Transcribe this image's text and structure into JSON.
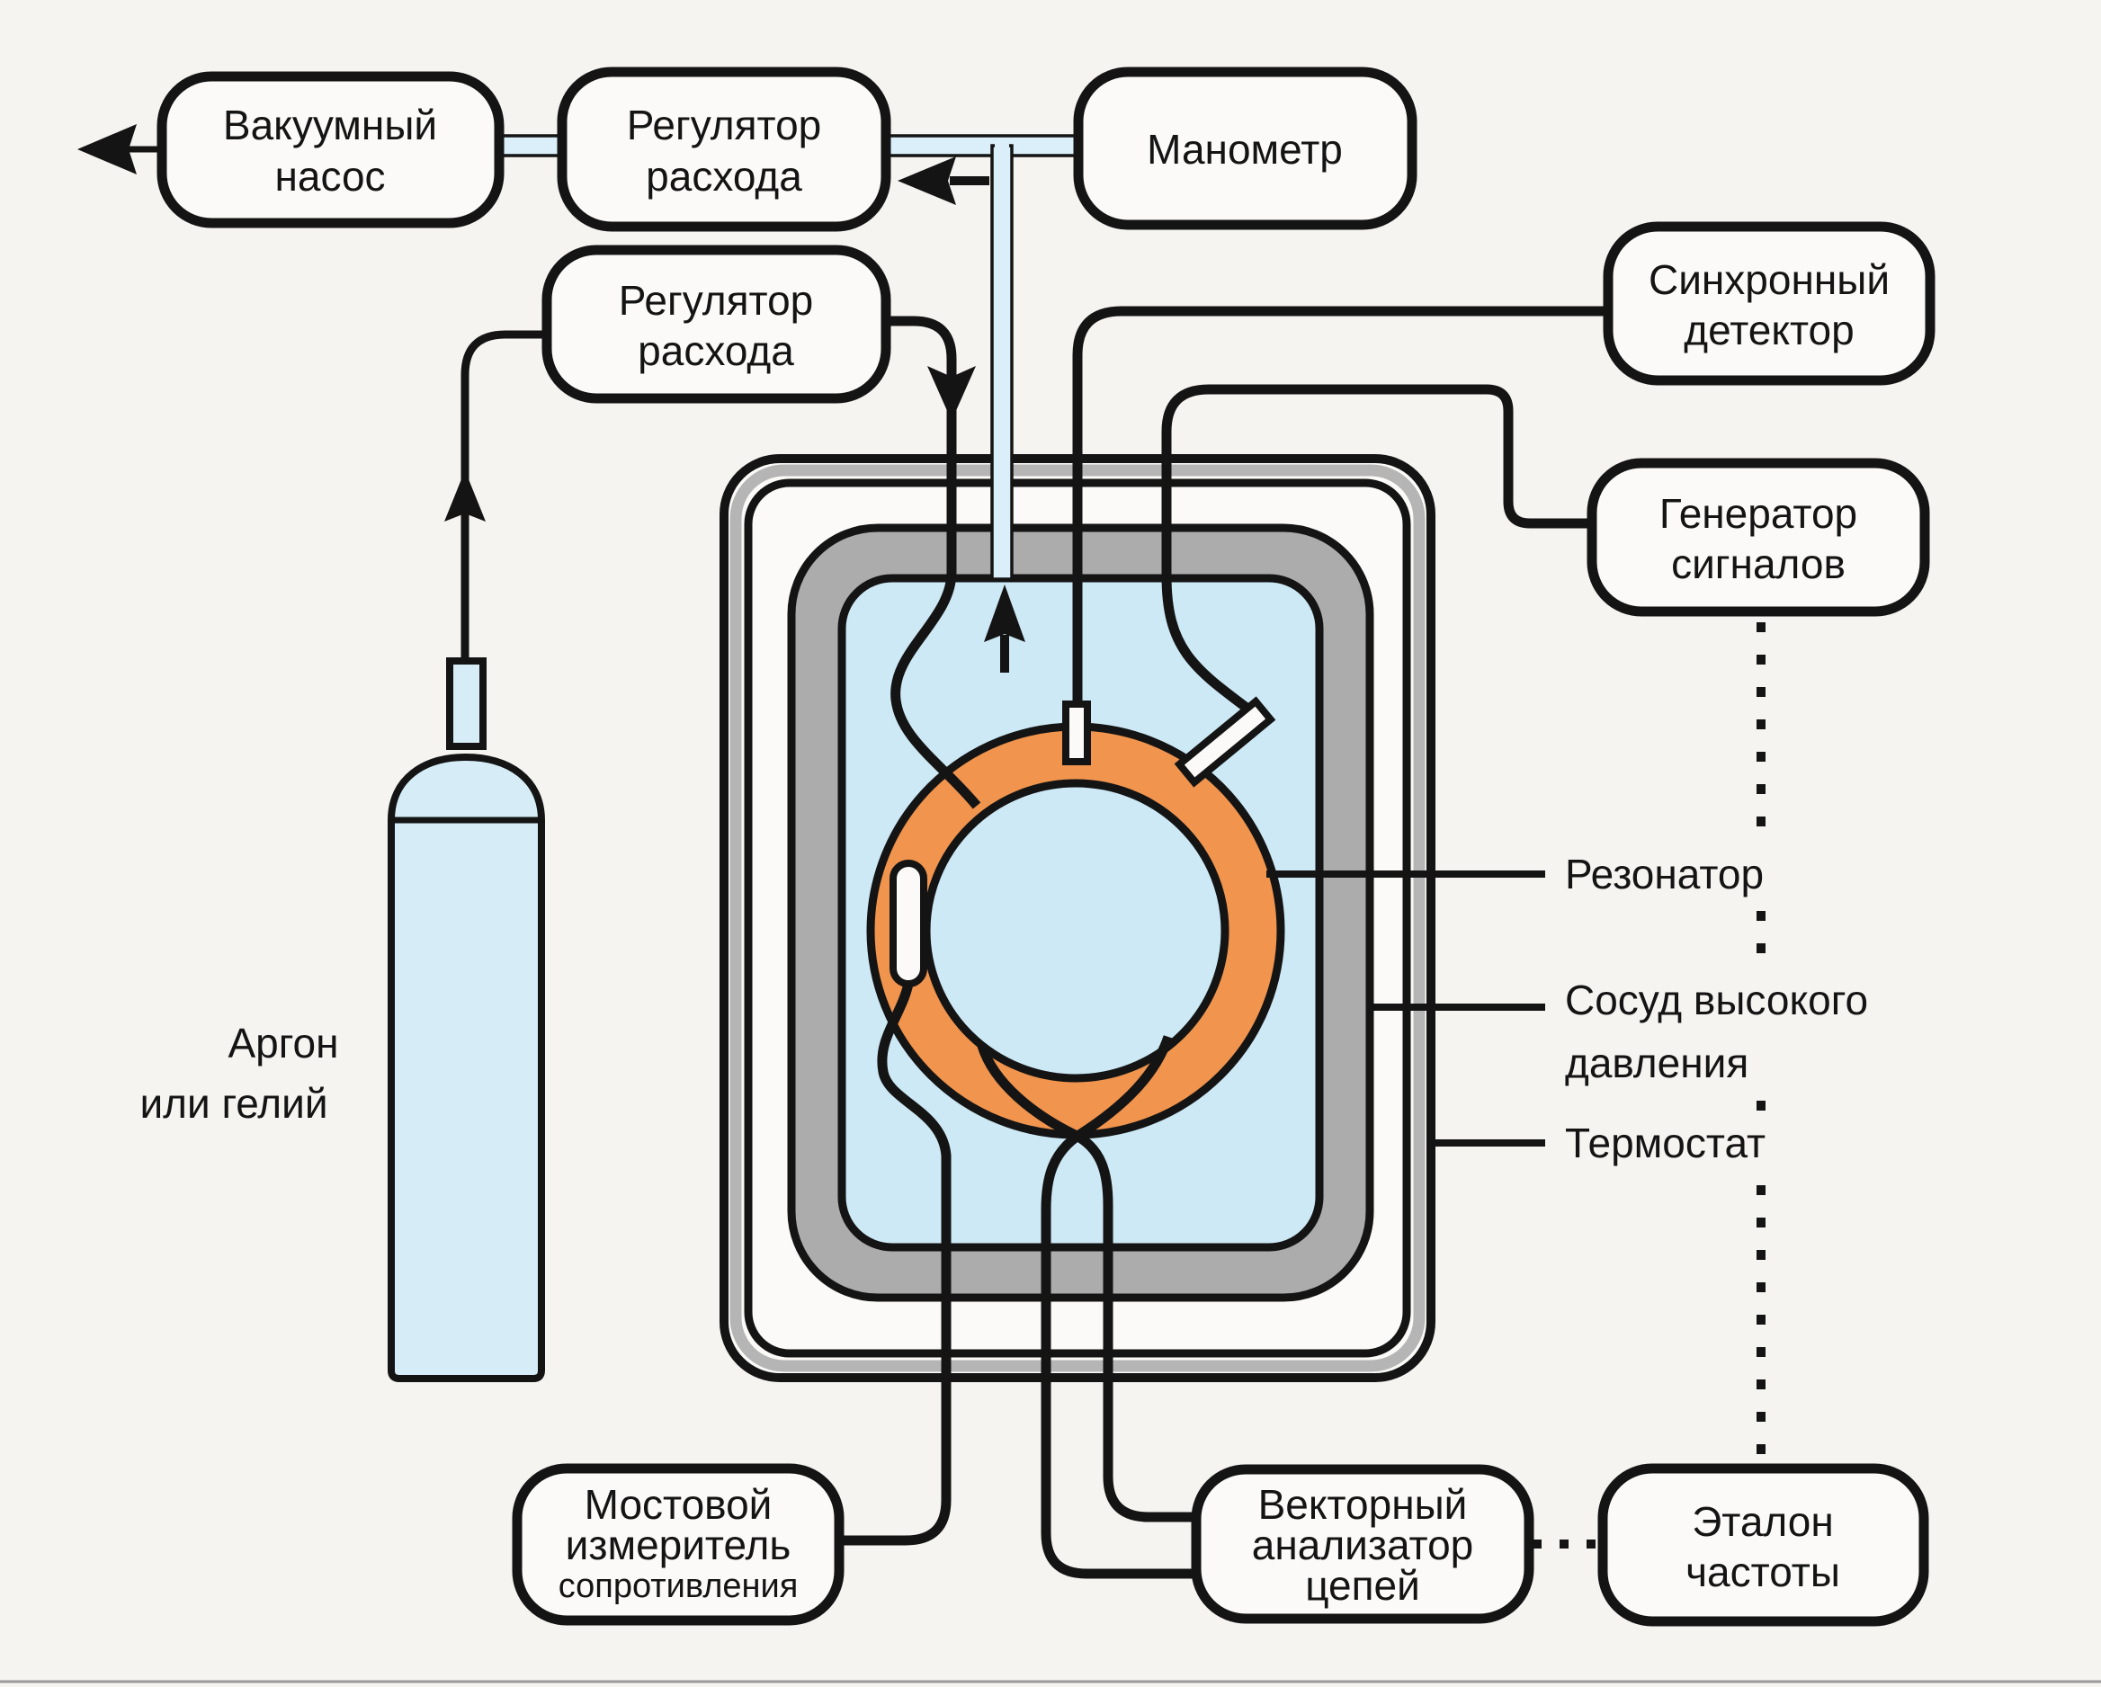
{
  "boxes": {
    "vacuum_pump": {
      "lines": [
        "Вакуумный",
        "насос"
      ]
    },
    "flow_regulator_top": {
      "lines": [
        "Регулятор",
        "расхода"
      ]
    },
    "manometer": {
      "lines": [
        "Манометр"
      ]
    },
    "flow_regulator_cylinder": {
      "lines": [
        "Регулятор",
        "расхода"
      ]
    },
    "sync_detector": {
      "lines": [
        "Синхронный",
        "детектор"
      ]
    },
    "signal_generator": {
      "lines": [
        "Генератор",
        "сигналов"
      ]
    },
    "bridge_resistance_meter": {
      "lines": [
        "Мостовой",
        "измеритель",
        "сопротивления"
      ]
    },
    "vector_network_analyzer": {
      "lines": [
        "Векторный",
        "анализатор",
        "цепей"
      ]
    },
    "frequency_standard": {
      "lines": [
        "Эталон",
        "частоты"
      ]
    }
  },
  "side_labels": {
    "resonator": "Резонатор",
    "pressure_vessel_line1": "Сосуд высокого",
    "pressure_vessel_line2": "давления",
    "thermostat": "Термостат"
  },
  "gas_label": {
    "lines": [
      "Аргон",
      "или гелий"
    ]
  },
  "colors": {
    "bg": "#f6f4f1",
    "paper": "#fbfaf8",
    "ink": "#141414",
    "orange": "#f0944e",
    "blue": "#cde9f6",
    "pipe": "#daeff9",
    "cyl": "#d6edf8",
    "gray1": "#acacac",
    "gray2": "#b5b5b5"
  }
}
